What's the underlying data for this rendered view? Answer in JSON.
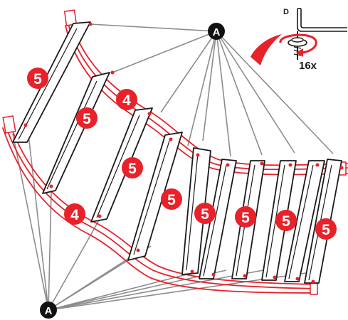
{
  "hardware": {
    "letter": "D",
    "count": "16x"
  },
  "callouts": {
    "anchor_label": "A",
    "num5": "5",
    "num4": "4"
  },
  "colors": {
    "accent_red": "#e8212a",
    "line_black": "#1a1a1a",
    "leader_gray": "#8c8c8c",
    "badge_black": "#111111"
  }
}
